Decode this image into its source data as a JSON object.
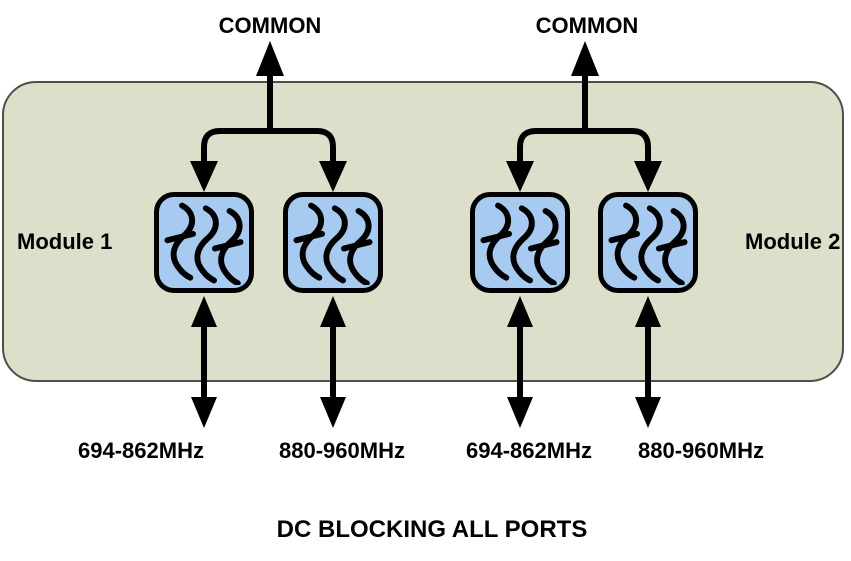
{
  "diagram": {
    "commons": [
      "COMMON",
      "COMMON"
    ],
    "modules": [
      "Module 1",
      "Module 2"
    ],
    "ports": [
      "694-862MHz",
      "880-960MHz",
      "694-862MHz",
      "880-960MHz"
    ],
    "footer": "DC BLOCKING ALL PORTS",
    "colors": {
      "panel_fill": "#dcdfc9",
      "panel_border": "#4d5044",
      "filter_fill": "#a7cbf0",
      "line": "#000000",
      "background": "#ffffff"
    }
  }
}
